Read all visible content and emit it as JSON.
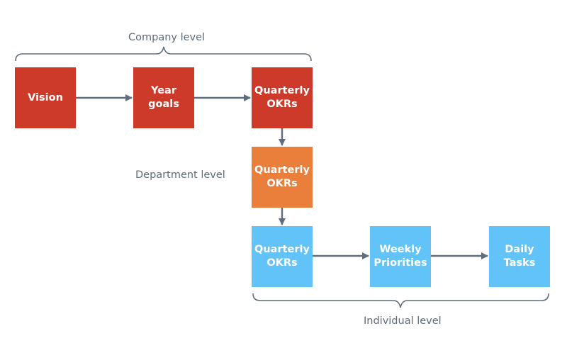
{
  "colors": {
    "company": "#cd3a29",
    "department": "#e97f3a",
    "individual": "#61c3f7",
    "connector": "#5f6e7d"
  },
  "levels": {
    "company": "Company level",
    "department": "Department level",
    "individual": "Individual level"
  },
  "nodes": {
    "vision": "Vision",
    "year_goals": "Year\ngoals",
    "company_okrs": "Quarterly\nOKRs",
    "department_okrs": "Quarterly\nOKRs",
    "individual_okrs": "Quarterly\nOKRs",
    "weekly_priorities": "Weekly\nPriorities",
    "daily_tasks": "Daily\nTasks"
  }
}
